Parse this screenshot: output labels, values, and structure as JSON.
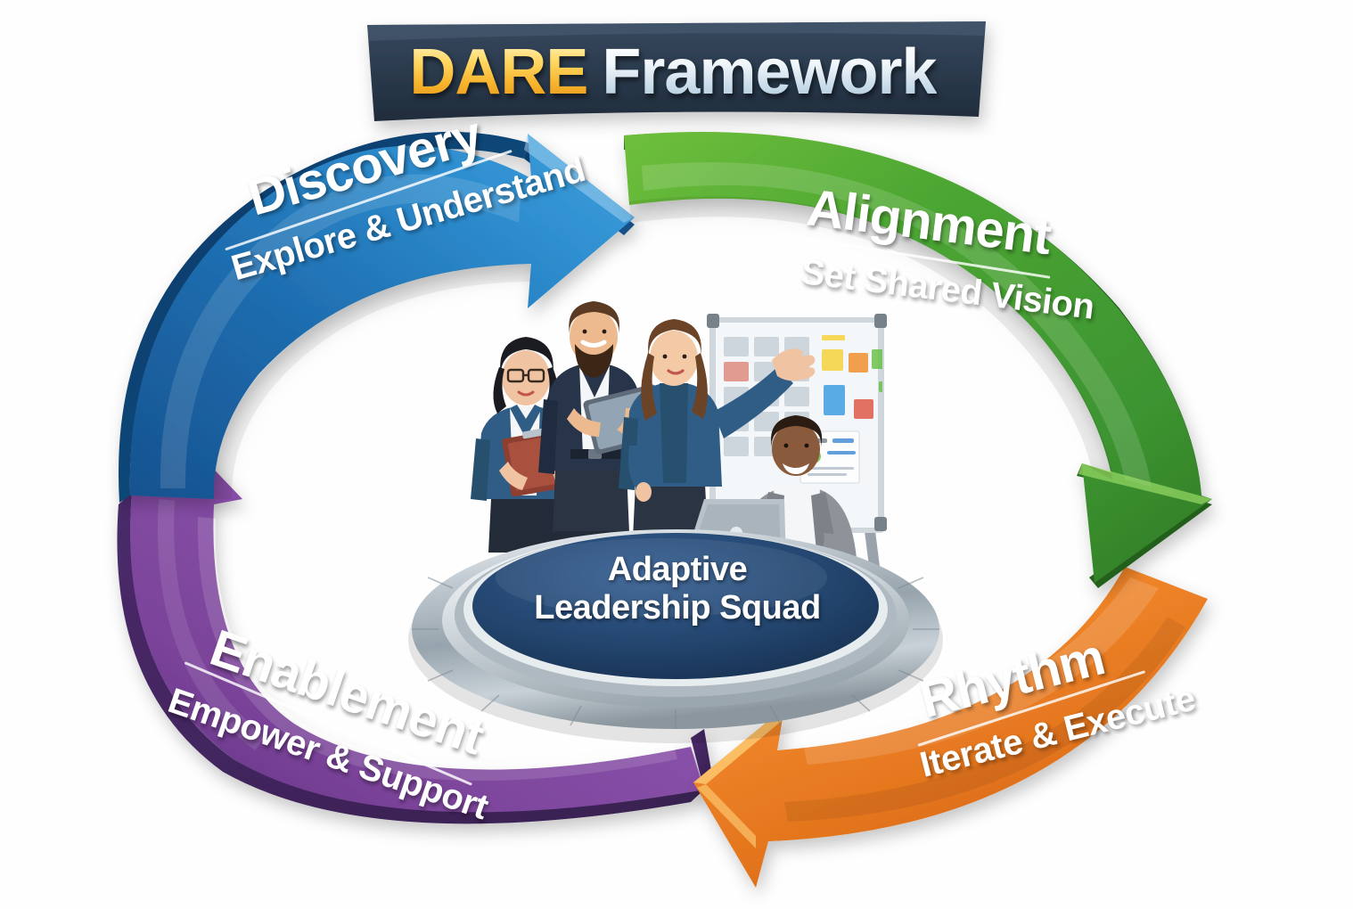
{
  "banner": {
    "word1": "DARE",
    "word2": "Framework",
    "bg_color": "#2b3a4d",
    "word1_color": "#f7b32b",
    "word2_color": "#e8eff5"
  },
  "hub": {
    "line1": "Adaptive",
    "line2": "Leadership Squad",
    "ellipse_color": "#1e3a5f",
    "ring_color": "#b8c2c9"
  },
  "stages": [
    {
      "id": "discovery",
      "title": "Discovery",
      "subtitle": "Explore & Understand",
      "color": "#1f6fb5",
      "color_dark": "#10436f",
      "color_light": "#3f9ad6"
    },
    {
      "id": "alignment",
      "title": "Alignment",
      "subtitle": "Set Shared Vision",
      "color": "#3f9e34",
      "color_dark": "#2a6e21",
      "color_light": "#6cc63f"
    },
    {
      "id": "rhythm",
      "title": "Rhythm",
      "subtitle": "Iterate & Execute",
      "color": "#ee7d20",
      "color_dark": "#ab470c",
      "color_light": "#f9a83a"
    },
    {
      "id": "enablement",
      "title": "Enablement",
      "subtitle": "Empower & Support",
      "color": "#8b52ab",
      "color_dark": "#4b2a6b",
      "color_light": "#a86fc4"
    }
  ],
  "illustration": {
    "alt": "Adaptive leadership squad of four business professionals collaborating at a whiteboard",
    "people": [
      {
        "name": "woman-glasses-clipboard",
        "jacket": "#2f5d86",
        "hair": "#1b1b22"
      },
      {
        "name": "bearded-man-tablet",
        "jacket": "#27344a",
        "hair": "#5a3a22"
      },
      {
        "name": "woman-pointing",
        "jacket": "#2f5d86",
        "hair": "#6b4326"
      },
      {
        "name": "seated-man-laptop",
        "jacket": "#8e9399",
        "hair": "#2a1b13"
      }
    ],
    "whiteboard": {
      "grid_color": "#c4cdd6",
      "sticky_notes": [
        "#f7d33c",
        "#f0922f",
        "#6cc24a",
        "#3fa0e0",
        "#e05a4a",
        "#c9423a"
      ]
    }
  }
}
